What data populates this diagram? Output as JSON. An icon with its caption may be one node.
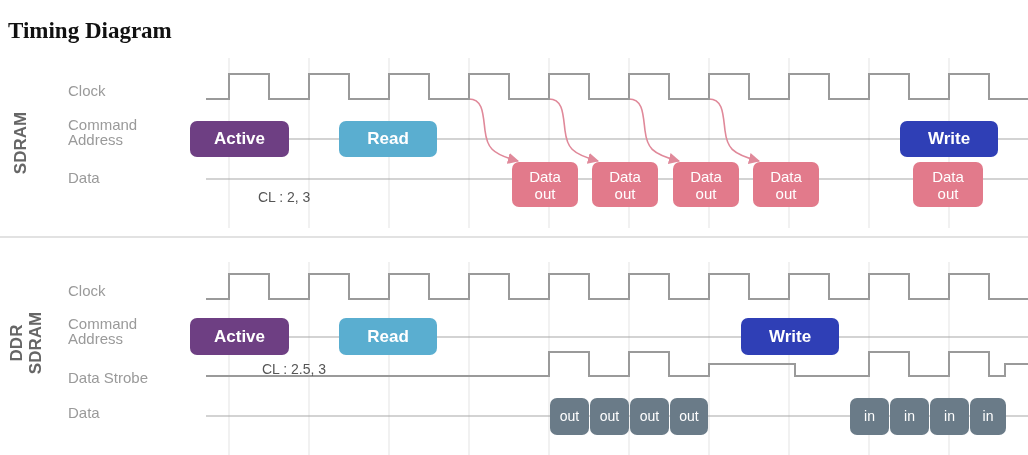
{
  "diagram": {
    "title": "Timing Diagram",
    "nodes": [
      {
        "text": [
          "Active"
        ]
      },
      {
        "text": [
          "Read"
        ]
      },
      {
        "text": [
          "Data out"
        ]
      },
      {
        "text": [
          "Data out"
        ]
      },
      {
        "text": [
          "Data out"
        ]
      },
      {
        "text": [
          "Data out"
        ]
      },
      {
        "text": [
          "Write"
        ]
      },
      {
        "text": [
          "Data out"
        ]
      },
      {
        "text": [
          "Active"
        ]
      },
      {
        "text": [
          "Read"
        ]
      },
      {
        "text": [
          "Write"
        ]
      },
      {
        "text": [
          "out"
        ]
      },
      {
        "text": [
          "out"
        ]
      },
      {
        "text": [
          "out"
        ]
      },
      {
        "text": [
          "out"
        ]
      },
      {
        "text": [
          "in"
        ]
      },
      {
        "text": [
          "in"
        ]
      },
      {
        "text": [
          "in"
        ]
      },
      {
        "text": [
          "in"
        ]
      },
      {
        "text": [],
        "shape": "waveform"
      }
    ],
    "edges": [
      {
        "from": 19,
        "to": 2,
        "arrow": "to"
      },
      {
        "from": 19,
        "to": 3,
        "arrow": "to"
      },
      {
        "from": 19,
        "to": 4,
        "arrow": "to"
      },
      {
        "from": 19,
        "to": 5,
        "arrow": "to"
      }
    ],
    "labels": [
      "SDRAM",
      "Clock",
      "Command Address",
      "Data",
      "CL : 2, 3",
      "DDR SDRAM",
      "Clock",
      "Command Address",
      "Data Strobe",
      "Data",
      "CL : 2.5, 3"
    ]
  }
}
